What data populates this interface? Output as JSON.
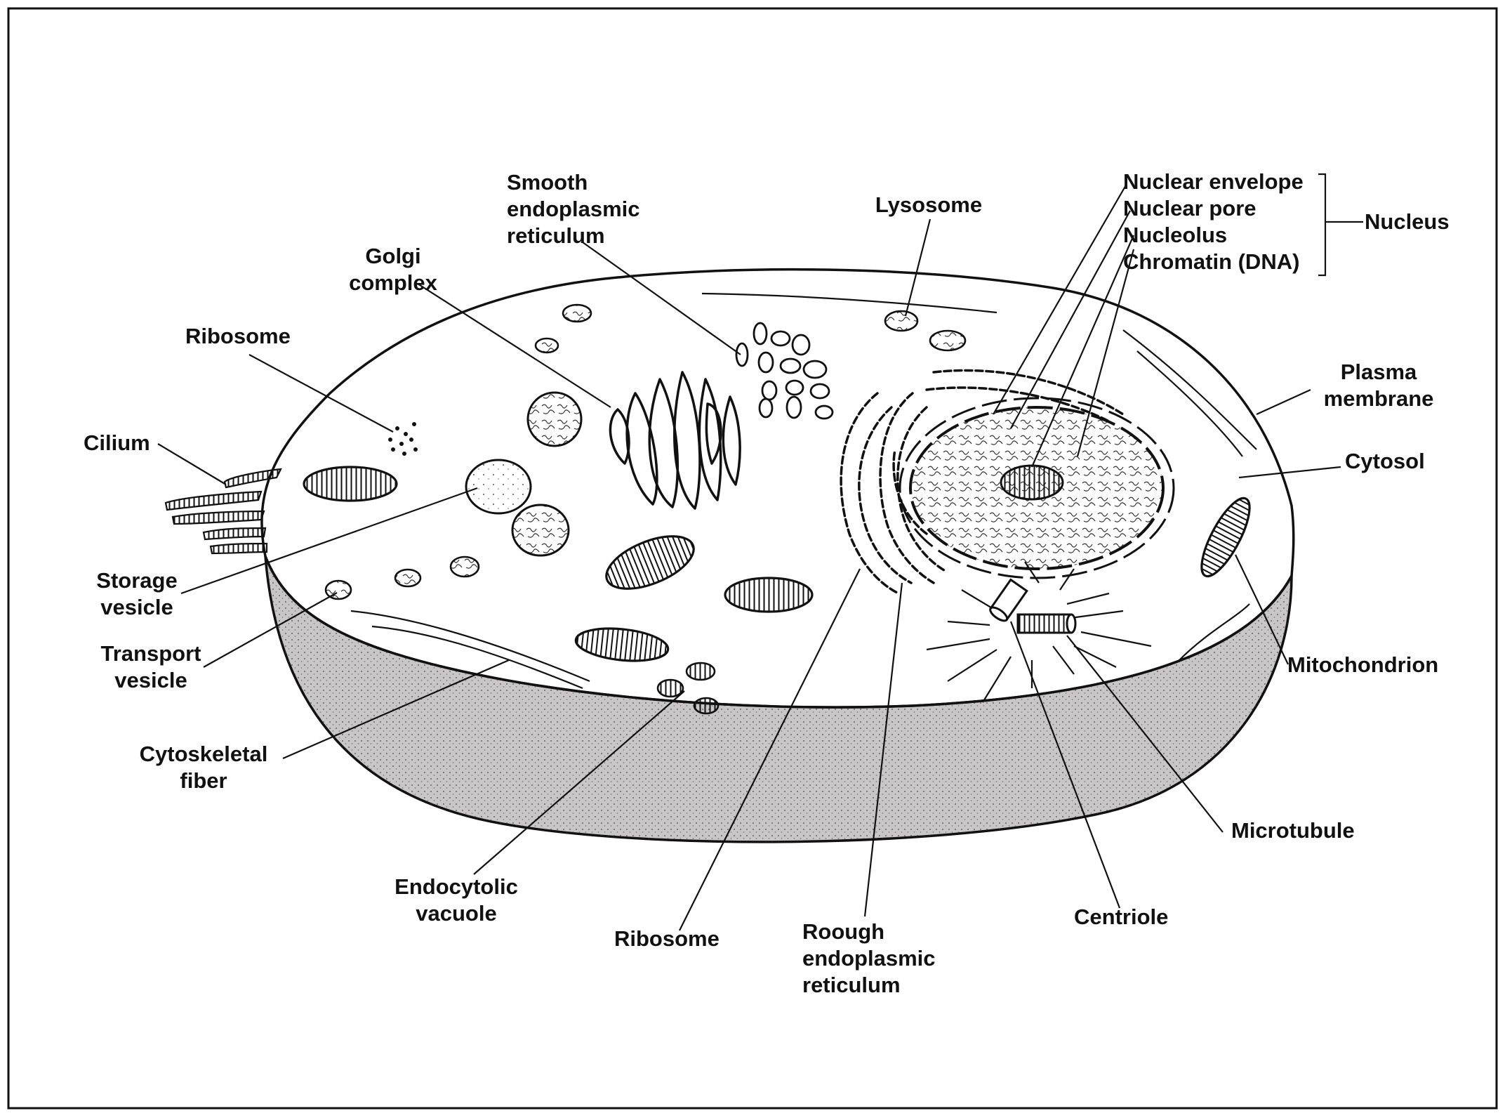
{
  "labels": {
    "smooth_er": "Smooth\nendoplasmic\nreticulum",
    "lysosome": "Lysosome",
    "nuclear_envelope": "Nuclear envelope",
    "nuclear_pore": "Nuclear pore",
    "nucleolus": "Nucleolus",
    "chromatin": "Chromatin (DNA)",
    "nucleus": "Nucleus",
    "golgi": "Golgi\ncomplex",
    "ribosome_top": "Ribosome",
    "cilium": "Cilium",
    "plasma_membrane": "Plasma\nmembrane",
    "cytosol": "Cytosol",
    "storage_vesicle": "Storage\nvesicle",
    "transport_vesicle": "Transport\nvesicle",
    "mitochondrion": "Mitochondrion",
    "cytoskeletal_fiber": "Cytoskeletal\nfiber",
    "microtubule": "Microtubule",
    "endocytolic_vacuole": "Endocytolic\nvacuole",
    "ribosome_bottom": "Ribosome",
    "rough_er": "Roough\nendoplasmic\nreticulum",
    "centriole": "Centriole"
  },
  "colors": {
    "side_fill": "#c9c6c8",
    "ink": "#111111"
  }
}
